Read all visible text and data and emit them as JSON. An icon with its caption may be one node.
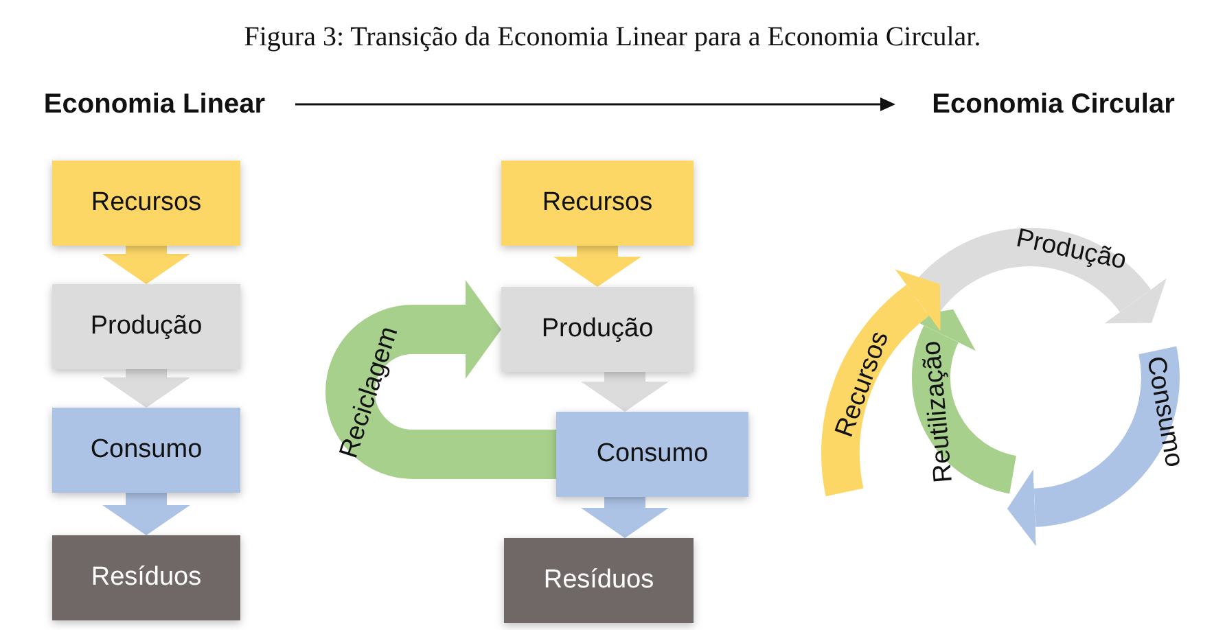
{
  "diagram": {
    "title": "Figura 3: Transição da Economia Linear para a Economia Circular.",
    "nodes": [
      {
        "text": [
          "Economia Linear"
        ]
      },
      {
        "text": [
          "Economia Circular"
        ]
      },
      {
        "text": [
          "Recursos"
        ]
      },
      {
        "text": [
          "Produção"
        ]
      },
      {
        "text": [
          "Consumo"
        ]
      },
      {
        "text": [
          "Resíduos"
        ]
      },
      {
        "text": [
          "Recursos"
        ]
      },
      {
        "text": [
          "Produção"
        ]
      },
      {
        "text": [
          "Consumo"
        ]
      },
      {
        "text": [
          "Resíduos"
        ]
      },
      {
        "text": [
          "Produção"
        ]
      },
      {
        "text": [
          "Consumo"
        ]
      },
      {
        "text": [
          "Reutilização"
        ]
      },
      {
        "text": [
          "Recursos"
        ]
      }
    ],
    "edges": [
      {
        "from": 0,
        "to": 1,
        "arrow": "to",
        "color": "#111111"
      },
      {
        "from": 2,
        "to": 3,
        "arrow": "to",
        "color": "#fdd766"
      },
      {
        "from": 3,
        "to": 4,
        "arrow": "to",
        "color": "#dcdcdc"
      },
      {
        "from": 4,
        "to": 5,
        "arrow": "to",
        "color": "#adc3e6"
      },
      {
        "from": 6,
        "to": 7,
        "arrow": "to",
        "color": "#fdd766"
      },
      {
        "from": 7,
        "to": 8,
        "arrow": "to",
        "color": "#dcdcdc"
      },
      {
        "from": 8,
        "to": 9,
        "arrow": "to",
        "color": "#adc3e6"
      },
      {
        "from": 8,
        "to": 7,
        "arrow": "to",
        "color": "#a8d08d",
        "label": "Reciclagem"
      }
    ]
  }
}
